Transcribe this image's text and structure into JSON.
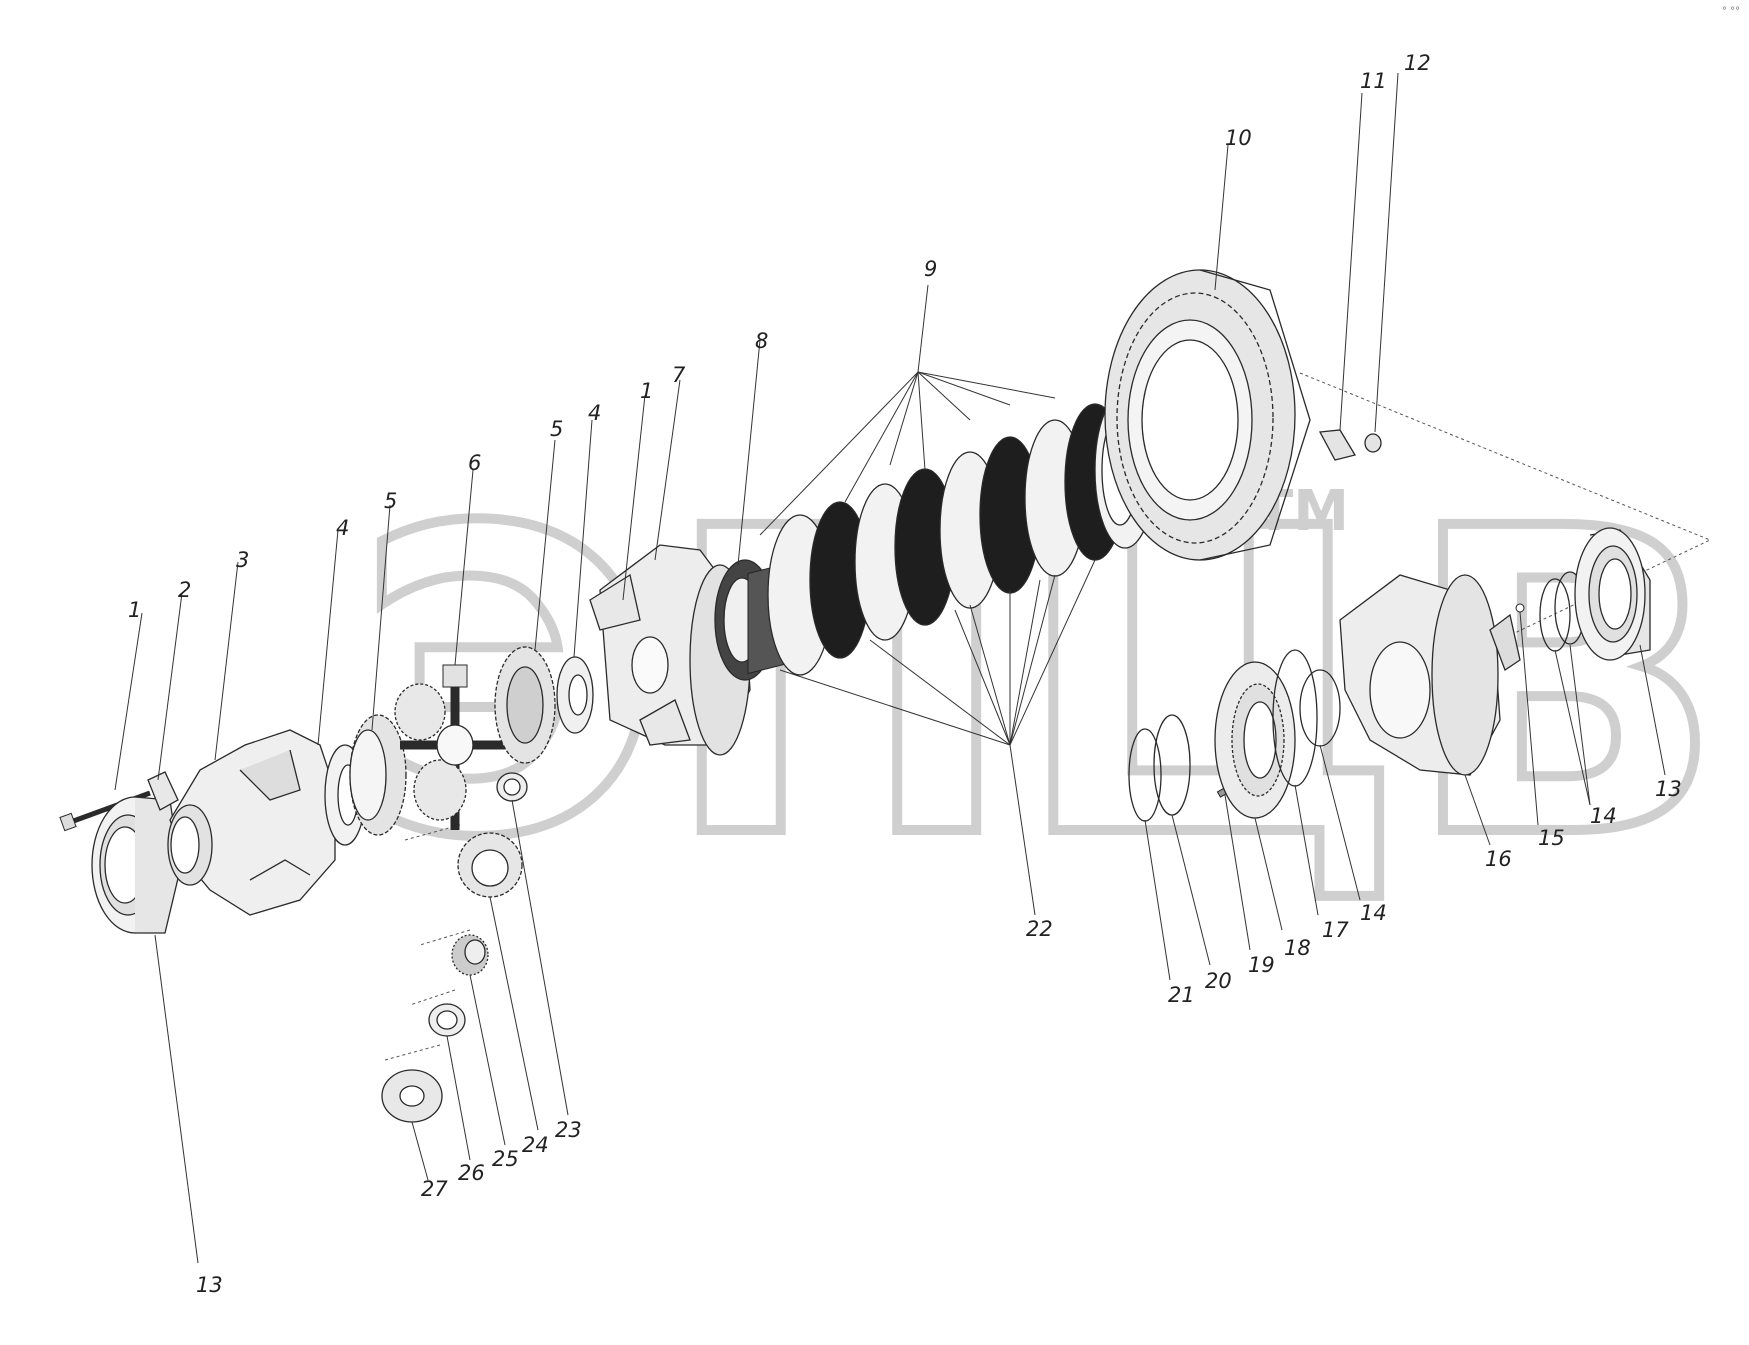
{
  "watermark": {
    "text": "ЭПЦВ",
    "tm": "TM",
    "color": "#cfcfcf"
  },
  "corner_mark": "° °°",
  "colors": {
    "ink": "#222222",
    "part_fill": "#f2f2f2",
    "part_shade": "#d9d9d9",
    "disc_dark": "#1e1e1e"
  },
  "callouts": [
    "1",
    "2",
    "3",
    "4",
    "5",
    "6",
    "5",
    "4",
    "1",
    "7",
    "8",
    "9",
    "10",
    "11",
    "12",
    "13",
    "13",
    "14",
    "15",
    "16",
    "14",
    "17",
    "18",
    "19",
    "20",
    "21",
    "22",
    "23",
    "24",
    "25",
    "26",
    "27"
  ]
}
